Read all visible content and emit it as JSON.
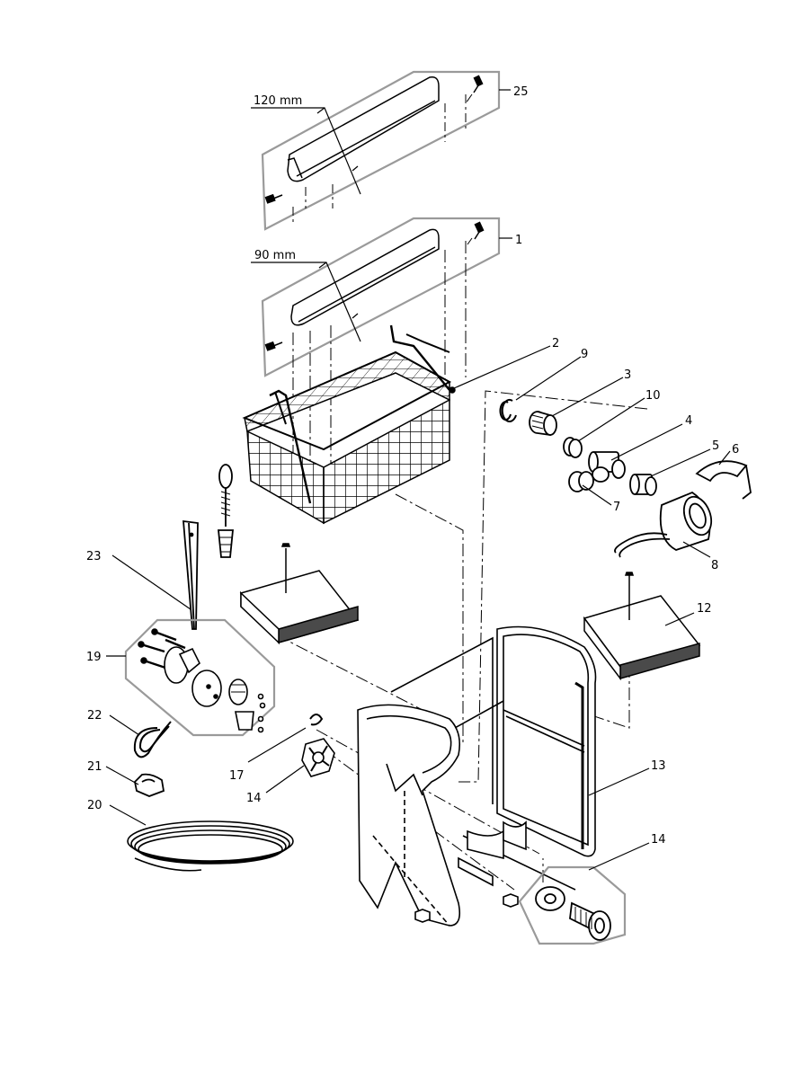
{
  "dimensions": {
    "fin_large": "120 mm",
    "fin_small": "90 mm"
  },
  "callouts": {
    "c1": "1",
    "c2": "2",
    "c3": "3",
    "c4": "4",
    "c5": "5",
    "c6": "6",
    "c7": "7",
    "c8": "8",
    "c9": "9",
    "c10": "10",
    "c12": "12",
    "c13": "13",
    "c14a": "14",
    "c14b": "14",
    "c17": "17",
    "c19": "19",
    "c20": "20",
    "c21": "21",
    "c22": "22",
    "c23": "23",
    "c25": "25"
  },
  "colors": {
    "line": "#000000",
    "group_box": "#9a9a9a",
    "block_side": "#4a4a4a"
  }
}
